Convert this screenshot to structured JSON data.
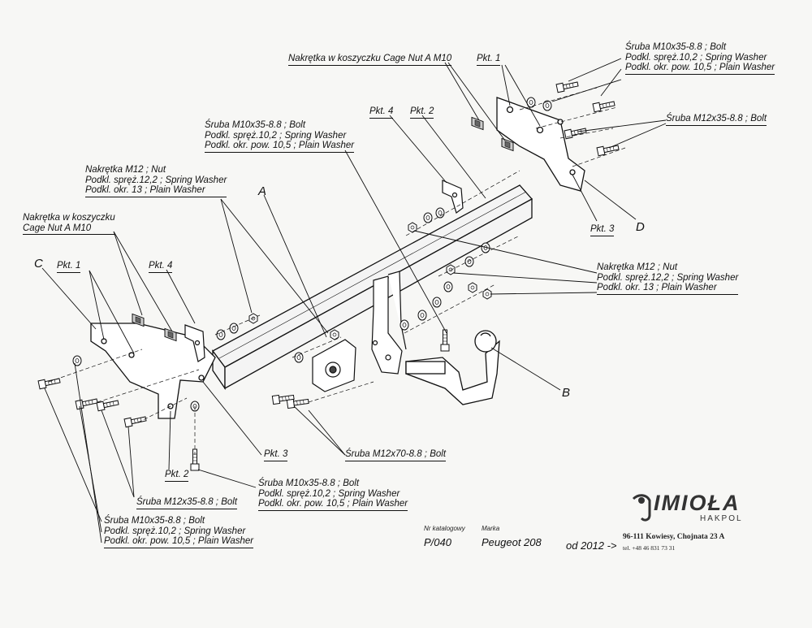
{
  "labels": {
    "cage_nut_top": "Nakrętka w koszyczku Cage Nut A M10",
    "pkt1_top": "Pkt. 1",
    "bolt_top_right": [
      "Śruba M10x35-8.8 ;  Bolt",
      "Podkl. spręż.10,2 ; Spring Washer",
      "Podkl. okr. pow. 10,5 ; Plain Washer"
    ],
    "bolt_m12_top_right": "Śruba M12x35-8.8 ;  Bolt",
    "pkt4_top": "Pkt. 4",
    "pkt2_top": "Pkt. 2",
    "bolt_top_center": [
      "Śruba M10x35-8.8 ;  Bolt",
      "Podkl. spręż.10,2 ; Spring Washer",
      "Podkl. okr. pow. 10,5 ; Plain Washer"
    ],
    "nut_top_left": [
      "Nakrętka  M12 ; Nut",
      "Podkl. spręż.12,2 ; Spring Washer",
      "Podkl. okr. 13 ; Plain Washer"
    ],
    "cage_nut_left": [
      "Nakrętka w koszyczku",
      "Cage Nut A M10"
    ],
    "pkt1_left": "Pkt. 1",
    "pkt4_left": "Pkt. 4",
    "pkt3_right": "Pkt. 3",
    "nut_right": [
      "Nakrętka  M12 ; Nut",
      "Podkl. spręż.12,2 ; Spring Washer",
      "Podkl. okr. 13 ; Plain Washer"
    ],
    "pkt3_bottom": "Pkt. 3",
    "bolt_m12x70": "Śruba M12x70-8.8 ;  Bolt",
    "pkt2_bottom": "Pkt. 2",
    "bolt_bottom_center": [
      "Śruba M10x35-8.8 ;  Bolt",
      "Podkl. spręż.10,2 ; Spring Washer",
      "Podkl. okr. pow. 10,5 ; Plain Washer"
    ],
    "bolt_m12_bottom_left": "Śruba M12x35-8.8 ;  Bolt",
    "bolt_bottom_left": [
      "Śruba M10x35-8.8 ;  Bolt",
      "Podkl. spręż.10,2 ; Spring Washer",
      "Podkl. okr. pow. 10,5 ; Plain Washer"
    ]
  },
  "letters": {
    "A": "A",
    "B": "B",
    "C": "C",
    "D": "D"
  },
  "catalog": {
    "nr_label": "Nr katalogowy",
    "nr_value": "P/040",
    "marka_label": "Marka",
    "marka_value": "Peugeot 208",
    "from": "od  2012 ->"
  },
  "company": {
    "name": "IMIOŁA",
    "sub": "HAKPOL",
    "address": "96-111 Kowiesy, Chojnata 23 A",
    "phone": "tel. +48 46 831 73 31"
  },
  "colors": {
    "ink": "#111111",
    "paper": "#f7f7f5",
    "part_fill": "#f4f4f4"
  }
}
